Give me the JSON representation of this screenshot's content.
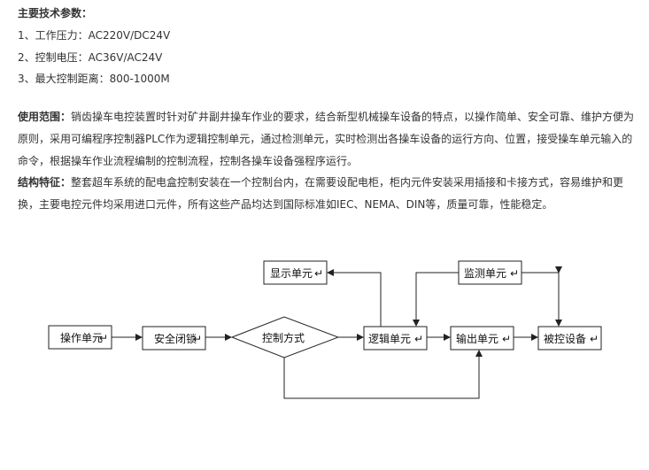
{
  "params": {
    "title": "主要技术参数：",
    "items": [
      "1、工作压力：AC220V/DC24V",
      "2、控制电压：AC36V/AC24V",
      "3、最大控制距离：800-1000M"
    ]
  },
  "usage": {
    "label": "使用范围：",
    "text": "销齿操车电控装置时针对矿井副井操车作业的要求，结合新型机械操车设备的特点，以操作简单、安全可靠、维护方便为原则，采用可编程序控制器PLC作为逻辑控制单元，通过检测单元，实时检测出各操车设备的运行方向、位置，接受操车单元输入的命令，根据操车作业流程编制的控制流程，控制各操车设备强程序运行。"
  },
  "structure": {
    "label": "结构特征：",
    "text": "整套超车系统的配电盒控制安装在一个控制台内，在需要设配电柜，柜内元件安装采用插接和卡接方式，容易维护和更换，主要电控元件均采用进口元件，所有这些产品均达到国际标准如IEC、NEMA、DIN等，质量可靠，性能稳定。"
  },
  "diagram": {
    "operate_unit": "操作单元",
    "safety_lock": "安全闭锁",
    "control_mode": "控制方式",
    "logic_unit": "逻辑单元",
    "output_unit": "输出单元",
    "controlled_device": "被控设备",
    "display_unit": "显示单元",
    "monitor_unit": "监测单元",
    "mark": "↵"
  }
}
